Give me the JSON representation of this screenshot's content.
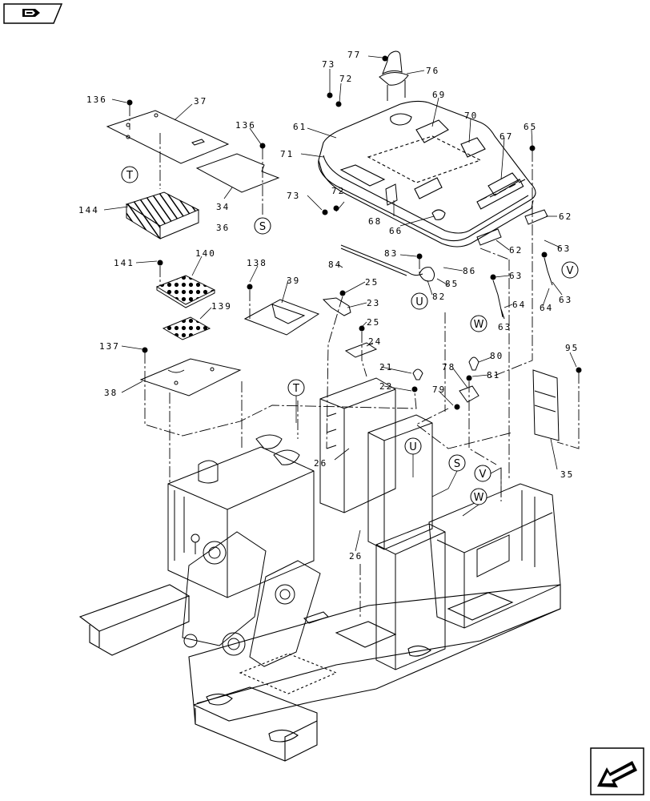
{
  "nav": {
    "back_icon": "hand-pointing-book-icon",
    "next_icon": "arrow-down-left-icon"
  },
  "part_labels": [
    {
      "id": "p136a",
      "text": "136"
    },
    {
      "id": "p37",
      "text": "37"
    },
    {
      "id": "p136b",
      "text": "136"
    },
    {
      "id": "p34",
      "text": "34"
    },
    {
      "id": "p36",
      "text": "36"
    },
    {
      "id": "p144",
      "text": "144"
    },
    {
      "id": "p73a",
      "text": "73"
    },
    {
      "id": "p72a",
      "text": "72"
    },
    {
      "id": "p77",
      "text": "77"
    },
    {
      "id": "p76",
      "text": "76"
    },
    {
      "id": "p69",
      "text": "69"
    },
    {
      "id": "p61",
      "text": "61"
    },
    {
      "id": "p70",
      "text": "70"
    },
    {
      "id": "p65",
      "text": "65"
    },
    {
      "id": "p67",
      "text": "67"
    },
    {
      "id": "p71",
      "text": "71"
    },
    {
      "id": "p73b",
      "text": "73"
    },
    {
      "id": "p72b",
      "text": "72"
    },
    {
      "id": "p68",
      "text": "68"
    },
    {
      "id": "p66",
      "text": "66"
    },
    {
      "id": "p62a",
      "text": "62"
    },
    {
      "id": "p62b",
      "text": "62"
    },
    {
      "id": "p63a",
      "text": "63"
    },
    {
      "id": "p141",
      "text": "141"
    },
    {
      "id": "p140",
      "text": "140"
    },
    {
      "id": "p138",
      "text": "138"
    },
    {
      "id": "p84",
      "text": "84"
    },
    {
      "id": "p83",
      "text": "83"
    },
    {
      "id": "p86",
      "text": "86"
    },
    {
      "id": "p85",
      "text": "85"
    },
    {
      "id": "p82",
      "text": "82"
    },
    {
      "id": "p63b",
      "text": "63"
    },
    {
      "id": "p63c",
      "text": "63"
    },
    {
      "id": "p64a",
      "text": "64"
    },
    {
      "id": "p64b",
      "text": "64"
    },
    {
      "id": "p63d",
      "text": "63"
    },
    {
      "id": "p39",
      "text": "39"
    },
    {
      "id": "p25a",
      "text": "25"
    },
    {
      "id": "p23",
      "text": "23"
    },
    {
      "id": "p139",
      "text": "139"
    },
    {
      "id": "p25b",
      "text": "25"
    },
    {
      "id": "p137",
      "text": "137"
    },
    {
      "id": "p24",
      "text": "24"
    },
    {
      "id": "p80",
      "text": "80"
    },
    {
      "id": "p95",
      "text": "95"
    },
    {
      "id": "p78",
      "text": "78"
    },
    {
      "id": "p81",
      "text": "81"
    },
    {
      "id": "p21",
      "text": "21"
    },
    {
      "id": "p22",
      "text": "22"
    },
    {
      "id": "p38",
      "text": "38"
    },
    {
      "id": "p79",
      "text": "79"
    },
    {
      "id": "p26a",
      "text": "26"
    },
    {
      "id": "p35",
      "text": "35"
    },
    {
      "id": "p26b",
      "text": "26"
    }
  ],
  "callouts": [
    {
      "id": "cT1",
      "letter": "T"
    },
    {
      "id": "cS1",
      "letter": "S"
    },
    {
      "id": "cU1",
      "letter": "U"
    },
    {
      "id": "cV1",
      "letter": "V"
    },
    {
      "id": "cW1",
      "letter": "W"
    },
    {
      "id": "cT2",
      "letter": "T"
    },
    {
      "id": "cU2",
      "letter": "U"
    },
    {
      "id": "cS2",
      "letter": "S"
    },
    {
      "id": "cV2",
      "letter": "V"
    },
    {
      "id": "cW2",
      "letter": "W"
    }
  ]
}
